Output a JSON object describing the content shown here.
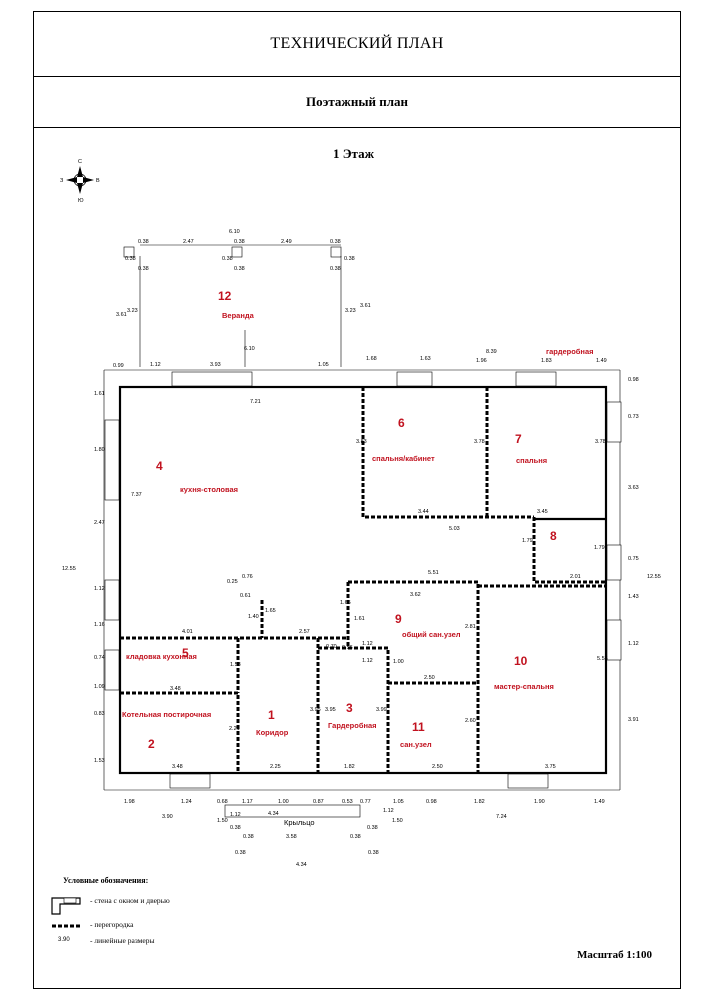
{
  "header": {
    "title": "ТЕХНИЧЕСКИЙ ПЛАН",
    "subtitle": "Поэтажный план"
  },
  "floor": {
    "title": "1 Этаж"
  },
  "compass": {
    "labels": [
      "З",
      "С",
      "В",
      "Ю"
    ]
  },
  "rooms": [
    {
      "num": "1",
      "name": "Коридор"
    },
    {
      "num": "2",
      "name": "Котельная постирочная"
    },
    {
      "num": "3",
      "name": "Гардеробная"
    },
    {
      "num": "4",
      "name": "кухня-столовая"
    },
    {
      "num": "5",
      "name": "кладовка кухонная"
    },
    {
      "num": "6",
      "name": "спальня/кабинет"
    },
    {
      "num": "7",
      "name": "спальня"
    },
    {
      "num": "8",
      "name": ""
    },
    {
      "num": "9",
      "name": "общий сан.узел"
    },
    {
      "num": "10",
      "name": "мастер-спальня"
    },
    {
      "num": "11",
      "name": "сан.узел"
    },
    {
      "num": "12",
      "name": "Веранда"
    }
  ],
  "extra_labels": {
    "wardrobe_top": "гардеробная",
    "porch": "Крыльцо"
  },
  "dims": {
    "veranda": [
      "6.10",
      "0.38",
      "2.47",
      "0.38",
      "2.49",
      "0.38",
      "0.38",
      "0.38",
      "0.38",
      "0.38",
      "0.38",
      "0.38",
      "3.61",
      "3.23",
      "3.23",
      "3.61",
      "6.10"
    ],
    "top": [
      "0.99",
      "1.12",
      "3.93",
      "1.05",
      "1.68",
      "1.63",
      "1.96",
      "8.39",
      "1.83",
      "1.49"
    ],
    "left": [
      "1.61",
      "1.80",
      "2.47",
      "1.12",
      "1.16",
      "0.74",
      "1.09",
      "0.83",
      "1.53",
      "12.55"
    ],
    "right": [
      "0.98",
      "0.73",
      "3.63",
      "0.75",
      "1.43",
      "1.12",
      "3.91",
      "12.55"
    ],
    "bottom": [
      "1.98",
      "1.24",
      "0.68",
      "1.17",
      "1.00",
      "0.87",
      "0.53",
      "0.77",
      "1.05",
      "0.98",
      "1.82",
      "1.90",
      "1.49",
      "3.90",
      "4.34",
      "7.24"
    ],
    "porch": [
      "1.12",
      "1.50",
      "0.38",
      "0.38",
      "3.58",
      "0.38",
      "0.38",
      "1.12",
      "1.50",
      "0.38",
      "0.38",
      "4.34"
    ],
    "inner": [
      "7.21",
      "7.37",
      "3.83",
      "3.78",
      "3.78",
      "3.44",
      "3.45",
      "5.03",
      "1.79",
      "1.79",
      "2.01",
      "5.51",
      "3.62",
      "0.76",
      "0.25",
      "0.61",
      "1.40",
      "1.65",
      "1.65",
      "1.61",
      "4.01",
      "2.57",
      "0.70",
      "0.56",
      "1.12",
      "1.12",
      "1.00",
      "2.81",
      "1.58",
      "3.48",
      "3.48",
      "2.21",
      "3.95",
      "3.95",
      "3.99",
      "2.50",
      "2.60",
      "5.55",
      "2.25",
      "1.82",
      "2.50",
      "3.75"
    ]
  },
  "legend": {
    "title": "Условные обозначения:",
    "items": [
      "- стена с окном и дверью",
      "- перегородка",
      "- линейные размеры"
    ],
    "num": "3.90"
  },
  "scale": "Масштаб 1:100"
}
